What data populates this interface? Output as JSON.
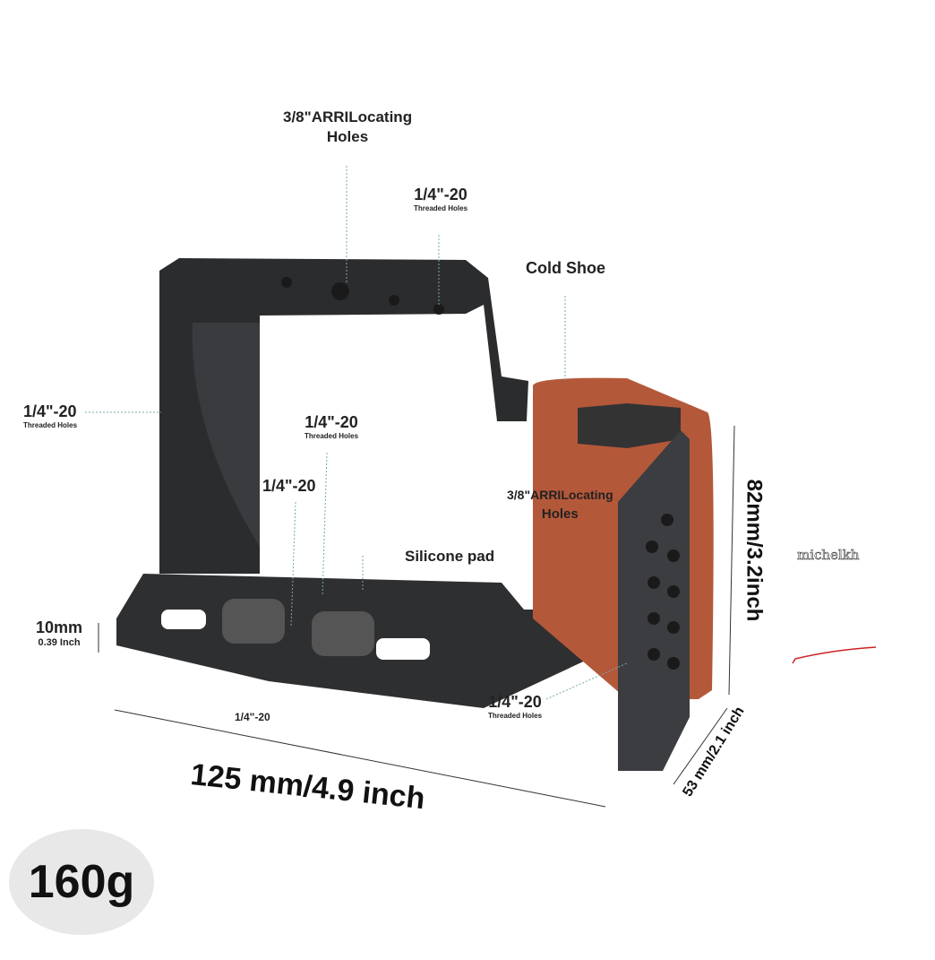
{
  "labels": {
    "arri_top": {
      "title": "3/8\"ARRILocating",
      "sub": "Holes"
    },
    "threaded_top": {
      "title": "1/4\"-20",
      "sub": "Threaded Holes"
    },
    "cold_shoe": "Cold Shoe",
    "threaded_left": {
      "title": "1/4\"-20",
      "sub": "Threaded Holes"
    },
    "threaded_mid": {
      "title": "1/4\"-20",
      "sub": "Threaded Holes"
    },
    "quarter_mid": "1/4\"-20",
    "arri_side": {
      "title": "3/8\"ARRILocating",
      "sub": "Holes"
    },
    "silicone_pad": "Silicone pad",
    "height_10mm": {
      "title": "10mm",
      "sub": "0.39 Inch"
    },
    "quarter_bottom": "1/4\"-20",
    "threaded_right": {
      "title": "1/4\"-20",
      "sub": "Threaded Holes"
    }
  },
  "dimensions": {
    "width": "125 mm/4.9 inch",
    "height": "82mm/3.2inch",
    "depth": "53 mm/2.1 inch"
  },
  "weight": "160g",
  "watermark": "michelkh",
  "colors": {
    "metal": "#2b2c2e",
    "wood": "#b4583a",
    "annotation": "#cc2222"
  }
}
